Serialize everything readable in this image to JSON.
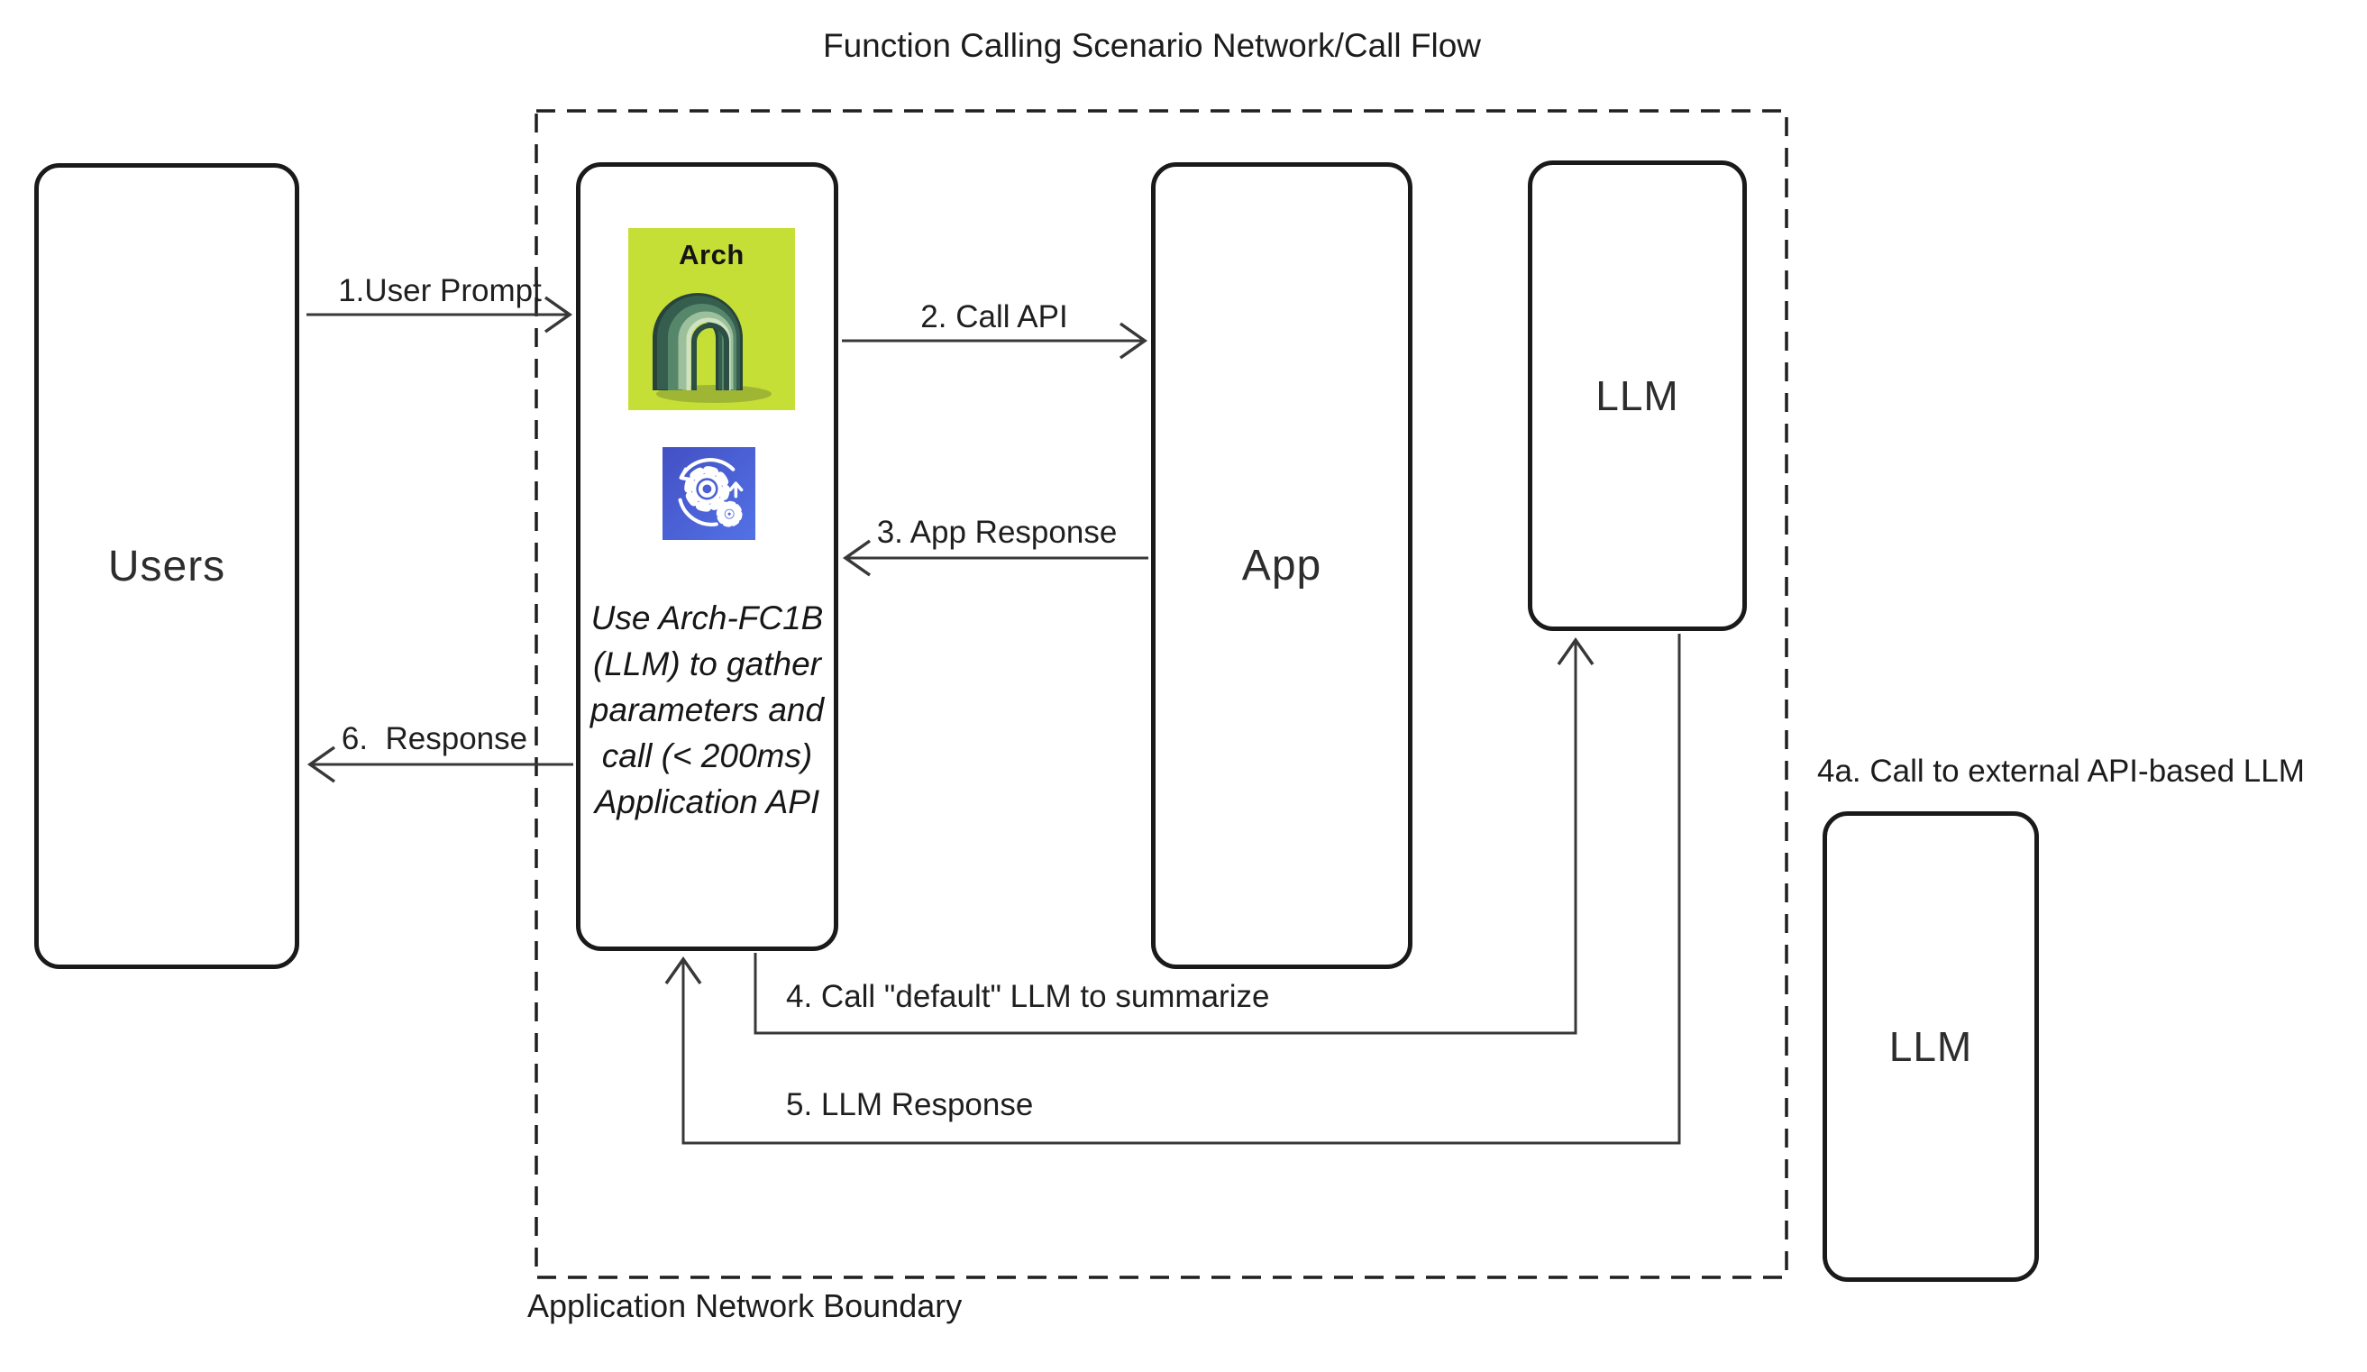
{
  "title": "Function Calling Scenario Network/Call Flow",
  "boundary": {
    "label": "Application Network Boundary"
  },
  "nodes": {
    "users": {
      "label": "Users"
    },
    "arch": {
      "logo_text": "Arch",
      "note": "Use Arch-FC1B (LLM) to gather parameters and call (< 200ms) Application API"
    },
    "app": {
      "label": "App"
    },
    "llm_internal": {
      "label": "LLM"
    },
    "llm_external": {
      "label": "LLM",
      "caption": "4a. Call to external API-based LLM"
    }
  },
  "edges": [
    {
      "id": "1",
      "label": "1.User Prompt",
      "from": "users",
      "to": "arch"
    },
    {
      "id": "2",
      "label": "2. Call API",
      "from": "arch",
      "to": "app"
    },
    {
      "id": "3",
      "label": "3. App Response",
      "from": "app",
      "to": "arch"
    },
    {
      "id": "4",
      "label": "4. Call \"default\" LLM to summarize",
      "from": "arch",
      "to": "llm_internal"
    },
    {
      "id": "5",
      "label": "5. LLM Response",
      "from": "llm_internal",
      "to": "arch"
    },
    {
      "id": "6",
      "label": "6.  Response",
      "from": "arch",
      "to": "users"
    }
  ],
  "icons": {
    "arch_ribbon": "layered-green-arch-icon",
    "gears": "process-sync-gears-icon"
  },
  "colors": {
    "background": "#ffffff",
    "box_border": "#1a1a1a",
    "arrow": "#383838",
    "arch_lime": "#c6df37",
    "gear_gradient_start": "#4350c4",
    "gear_gradient_end": "#5272e6",
    "ribbon_dark": "#355e4f",
    "ribbon_mid": "#57876b",
    "ribbon_light": "#9cc09c"
  }
}
